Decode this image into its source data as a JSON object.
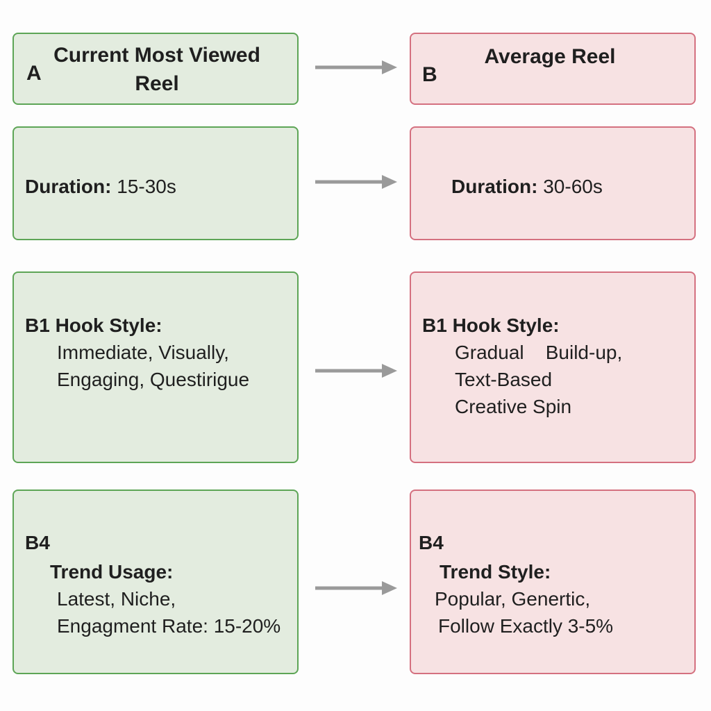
{
  "left_column": {
    "color": "#5da556",
    "fill": "#e3ecdf",
    "header": {
      "letter": "A",
      "title_line1": "Current Most Viewed",
      "title_line2": "Reel"
    },
    "duration": {
      "label": "Duration:",
      "value": "15-30s"
    },
    "hook": {
      "label": "B1 Hook Style:",
      "line1": "Immediate, Visually,",
      "line2": "Engaging, Questirigue"
    },
    "trend": {
      "code": "B4",
      "label": "Trend Usage:",
      "line1": "Latest, Niche,",
      "line2": "Engagment Rate: 15-20%"
    }
  },
  "right_column": {
    "color": "#d4707f",
    "fill": "#f7e2e3",
    "header": {
      "letter": "B",
      "title": "Average Reel"
    },
    "duration": {
      "label": "Duration:",
      "value": "30-60s"
    },
    "hook": {
      "label": "B1 Hook Style:",
      "line1": "Gradual    Build-up,",
      "line2": "Text-Based",
      "line3": "Creative Spin"
    },
    "trend": {
      "code": "B4",
      "label": "Trend Style:",
      "line1": "Popular, Genertic,",
      "line2": "Follow Exactly 3-5%"
    }
  },
  "arrow_color": "#9a9a9a"
}
